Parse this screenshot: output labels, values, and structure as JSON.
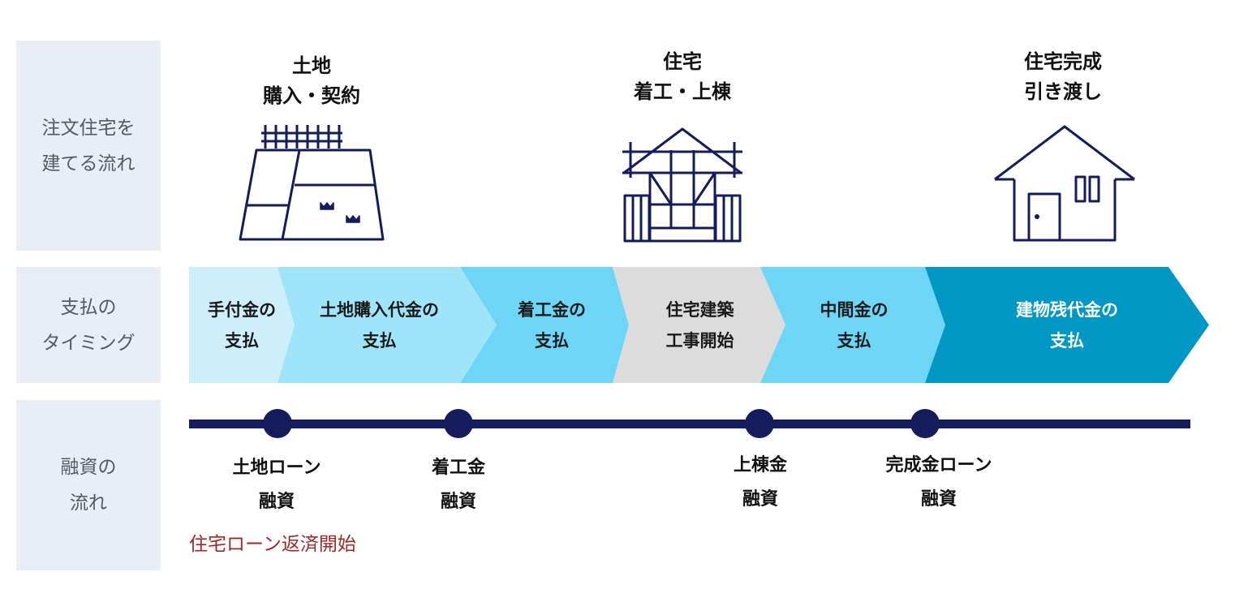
{
  "row_labels": {
    "flow": [
      "注文住宅を",
      "建てる流れ"
    ],
    "payment": [
      "支払の",
      "タイミング"
    ],
    "finance": [
      "融資の",
      "流れ"
    ]
  },
  "stages": [
    {
      "line1": "土地",
      "line2": "購入・契約",
      "icon": "land-plot-icon"
    },
    {
      "line1": "住宅",
      "line2": "着工・上棟",
      "icon": "house-frame-icon"
    },
    {
      "line1": "住宅完成",
      "line2": "引き渡し",
      "icon": "completed-house-icon"
    }
  ],
  "payment_steps": [
    {
      "line1": "手付金の",
      "line2": "支払",
      "color": "#cdeefb"
    },
    {
      "line1": "土地購入代金の",
      "line2": "支払",
      "color": "#a0e4fa"
    },
    {
      "line1": "着工金の",
      "line2": "支払",
      "color": "#6dd5f6"
    },
    {
      "line1": "住宅建築",
      "line2": "工事開始",
      "color": "#dcdcdc"
    },
    {
      "line1": "中間金の",
      "line2": "支払",
      "color": "#6dd5f6"
    },
    {
      "line1": "建物残代金の",
      "line2": "支払",
      "color": "#0097c4"
    }
  ],
  "financing": [
    {
      "line1": "土地ローン",
      "line2": "融資"
    },
    {
      "line1": "着工金",
      "line2": "融資"
    },
    {
      "line1": "上棟金",
      "line2": "融資"
    },
    {
      "line1": "完成金ローン",
      "line2": "融資"
    }
  ],
  "repayment_note": "住宅ローン返済開始",
  "colors": {
    "navy": "#141c5c",
    "label_bg": "#e9eef6",
    "note_red": "#9b2a2a"
  }
}
